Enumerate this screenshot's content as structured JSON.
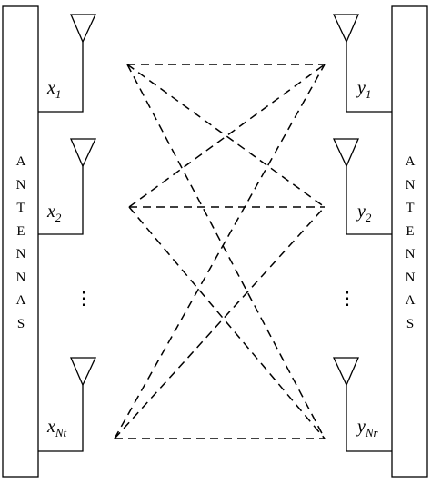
{
  "left_panel": {
    "label": "ANTENNAS"
  },
  "right_panel": {
    "label": "ANTENNAS"
  },
  "inputs": [
    {
      "var": "x",
      "sub": "1"
    },
    {
      "var": "x",
      "sub": "2"
    },
    {
      "var": "x",
      "sub": "Nt"
    }
  ],
  "outputs": [
    {
      "var": "y",
      "sub": "1"
    },
    {
      "var": "y",
      "sub": "2"
    },
    {
      "var": "y",
      "sub": "Nr"
    }
  ],
  "ellipsis": "⋮",
  "colors": {
    "stroke": "#000000",
    "background": "#ffffff"
  }
}
